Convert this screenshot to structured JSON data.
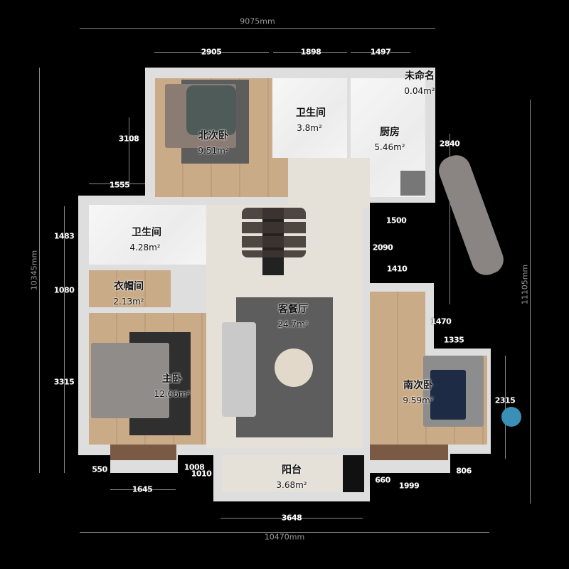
{
  "plan": {
    "total_width_top": "9075mm",
    "total_width_bottom": "10470mm",
    "total_height_left": "10345mm",
    "total_height_right": "11105mm"
  },
  "rooms": [
    {
      "name": "北次卧",
      "area": "9.51m²"
    },
    {
      "name": "卫生间",
      "area": "3.8m²"
    },
    {
      "name": "未命名",
      "area": "0.04m²"
    },
    {
      "name": "厨房",
      "area": "5.46m²"
    },
    {
      "name": "卫生间",
      "area": "4.28m²"
    },
    {
      "name": "衣帽间",
      "area": "2.13m²"
    },
    {
      "name": "客餐厅",
      "area": "24.7m²"
    },
    {
      "name": "主卧",
      "area": "12.66m²"
    },
    {
      "name": "南次卧",
      "area": "9.59m²"
    },
    {
      "name": "阳台",
      "area": "3.68m²"
    }
  ],
  "dimensions": [
    "2905",
    "1898",
    "1497",
    "3108",
    "1555",
    "2840",
    "1483",
    "1080",
    "3315",
    "1500",
    "2090",
    "1410",
    "1470",
    "1335",
    "2315",
    "550",
    "1008",
    "1010",
    "1645",
    "660",
    "1999",
    "806",
    "3648"
  ],
  "colors": {
    "background": "#000000",
    "wall": "#dedede",
    "wood": "#c4a47f",
    "rug": "#5d5d5d",
    "floor": "#e6e1d8"
  }
}
